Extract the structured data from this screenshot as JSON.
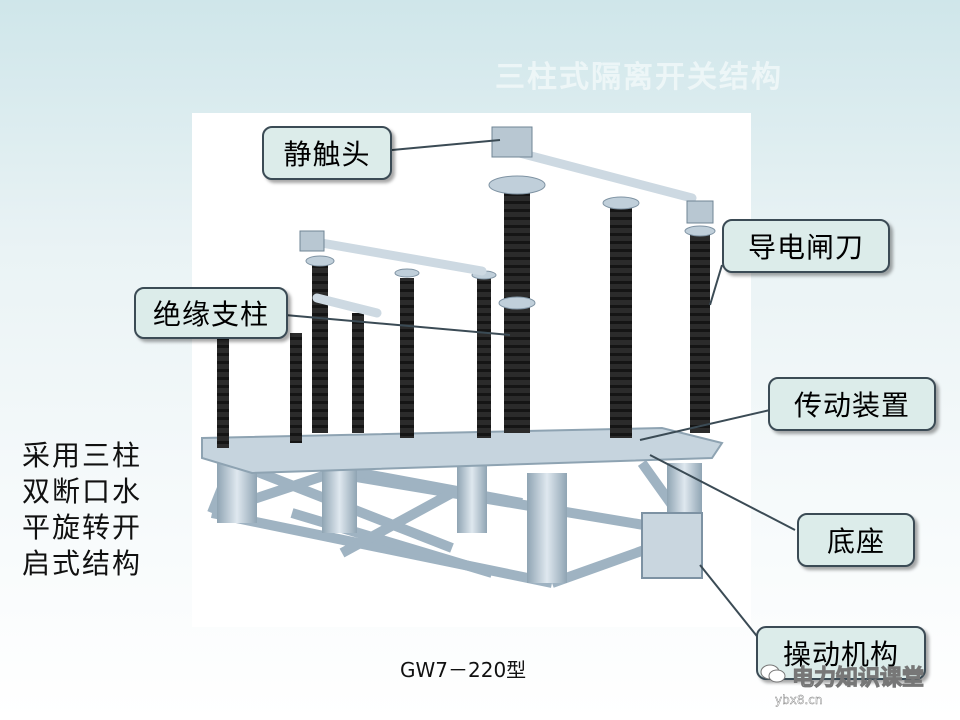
{
  "title_faint": "三柱式隔离开关结构",
  "callouts": {
    "static_contact": "静触头",
    "conductive_blade": "导电闸刀",
    "insulating_pillar": "绝缘支柱",
    "transmission_device": "传动装置",
    "base": "底座",
    "operating_mechanism": "操动机构"
  },
  "left_note": [
    "采用三柱",
    "双断口水",
    "平旋转开",
    "启式结构"
  ],
  "caption": "GW7－220型",
  "watermark": {
    "text": "电力知识课堂",
    "sub": "ybx8.cn",
    "icon": "wechat-icon"
  },
  "colors": {
    "callout_bg": "#dcecea",
    "insulator": "#2a2a2a",
    "steel": "#b9c9d6"
  }
}
